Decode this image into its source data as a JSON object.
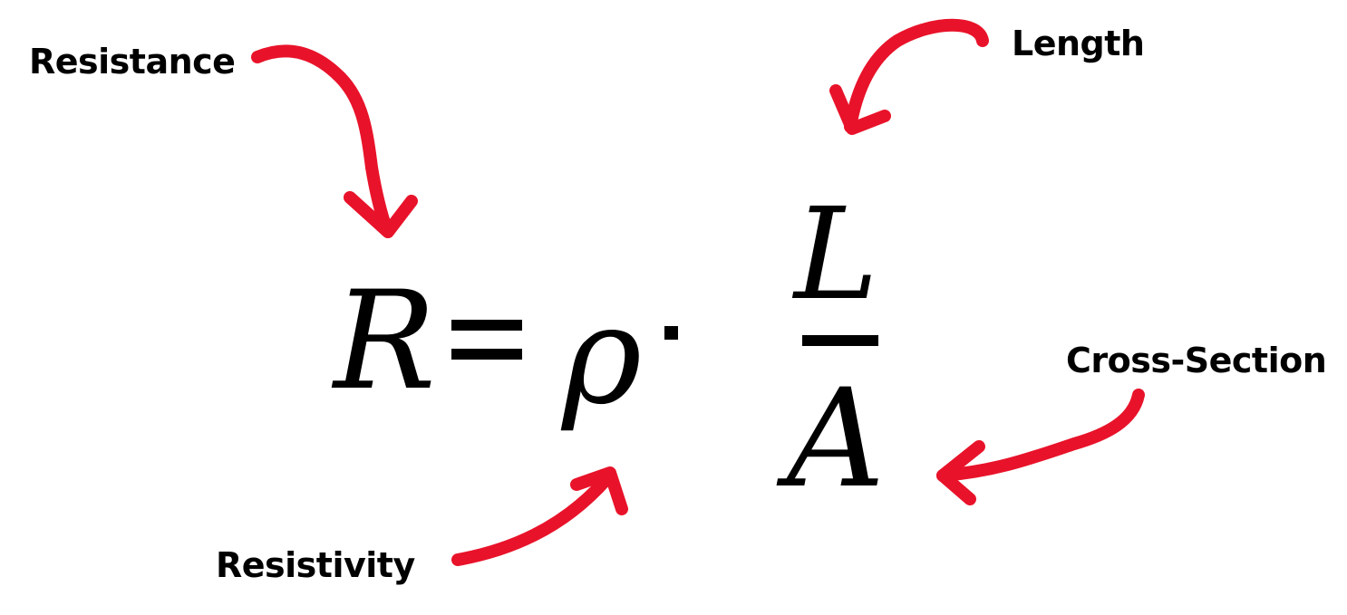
{
  "annotations": {
    "resistance": "Resistance",
    "length": "Length",
    "cross_section": "Cross-Section",
    "resistivity": "Resistivity"
  },
  "formula": {
    "lhs": "R",
    "equals": "=",
    "rho": "ρ",
    "dot": "·",
    "numerator": "L",
    "denominator": "A"
  },
  "colors": {
    "arrow": "#e8132a",
    "text": "#000000",
    "background": "#ffffff"
  }
}
